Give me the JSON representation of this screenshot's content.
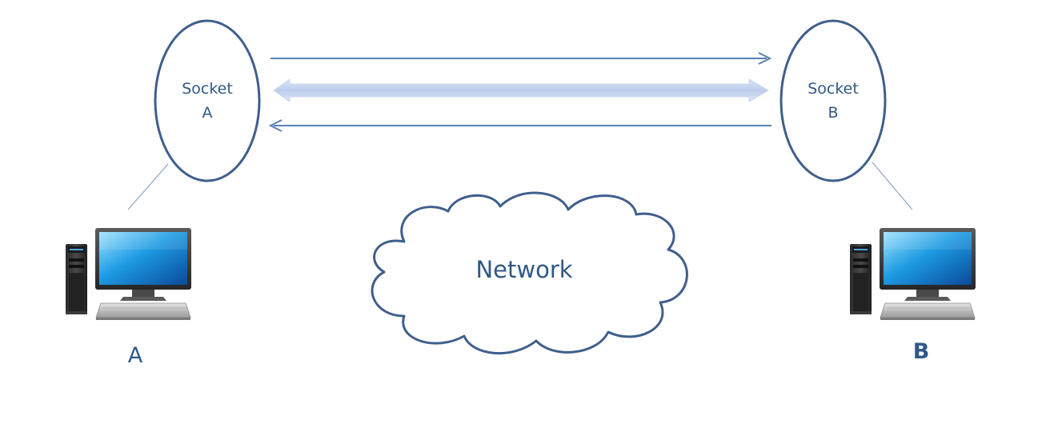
{
  "diagram": {
    "socket_a": {
      "line1": "Socket",
      "line2": "A"
    },
    "socket_b": {
      "line1": "Socket",
      "line2": "B"
    },
    "network_label": "Network",
    "host_a_label": "A",
    "host_b_label": "B"
  },
  "colors": {
    "outline": "#3f5f8c",
    "text": "#2f5887",
    "arrow": "#5a7fb0",
    "wide_arrow": "#c5d5ef"
  },
  "icons": {
    "host_a": "desktop-computer-icon",
    "host_b": "desktop-computer-icon"
  }
}
